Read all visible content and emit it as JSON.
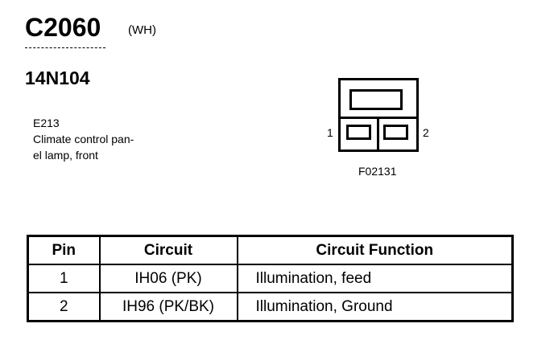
{
  "connector": {
    "id": "C2060",
    "color": "(WH)"
  },
  "part_number": "14N104",
  "description": {
    "code": "E213",
    "text_line1": "Climate control pan-",
    "text_line2": "el lamp, front"
  },
  "face_view": {
    "pin_labels": [
      "1",
      "2"
    ],
    "figure_code": "F02131"
  },
  "table": {
    "headers": [
      "Pin",
      "Circuit",
      "Circuit Function"
    ],
    "rows": [
      {
        "pin": "1",
        "circuit": "IH06 (PK)",
        "function": "Illumination, feed"
      },
      {
        "pin": "2",
        "circuit": "IH96 (PK/BK)",
        "function": "Illumination, Ground"
      }
    ]
  }
}
